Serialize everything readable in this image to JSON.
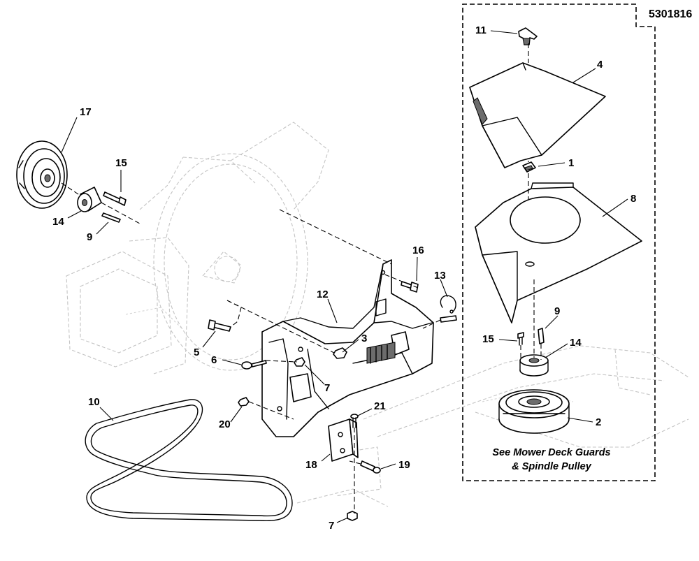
{
  "diagram": {
    "reference_number": "5301816",
    "note_line1": "See Mower Deck Guards",
    "note_line2": "& Spindle Pulley",
    "callouts": {
      "c1": "1",
      "c2": "2",
      "c3": "3",
      "c4": "4",
      "c5": "5",
      "c6": "6",
      "c7a": "7",
      "c7b": "7",
      "c8": "8",
      "c9a": "9",
      "c9b": "9",
      "c10": "10",
      "c11": "11",
      "c12": "12",
      "c13": "13",
      "c14a": "14",
      "c14b": "14",
      "c15a": "15",
      "c15b": "15",
      "c16": "16",
      "c17": "17",
      "c18": "18",
      "c19": "19",
      "c20": "20",
      "c21": "21"
    }
  },
  "colors": {
    "ink": "#000000",
    "phantom": "#c4c4c4",
    "background": "#ffffff"
  }
}
